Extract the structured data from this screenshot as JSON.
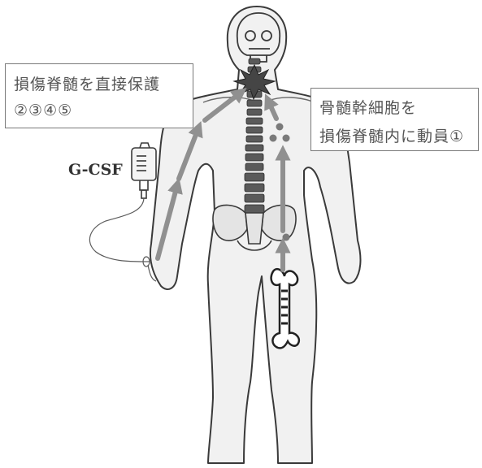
{
  "callouts": {
    "left": {
      "line1": "損傷脊髄を直接保護",
      "line2": "②③④⑤"
    },
    "right": {
      "line1": "骨髄幹細胞を",
      "line2": "損傷脊髄内に動員①"
    }
  },
  "drip_label": "G-CSF",
  "colors": {
    "arrow": "#909090",
    "outline": "#3a3a3a",
    "body_fill": "#f1f1f1",
    "spine": "#5a5a5a",
    "injury": "#454545",
    "cell": "#7a7a7a"
  }
}
